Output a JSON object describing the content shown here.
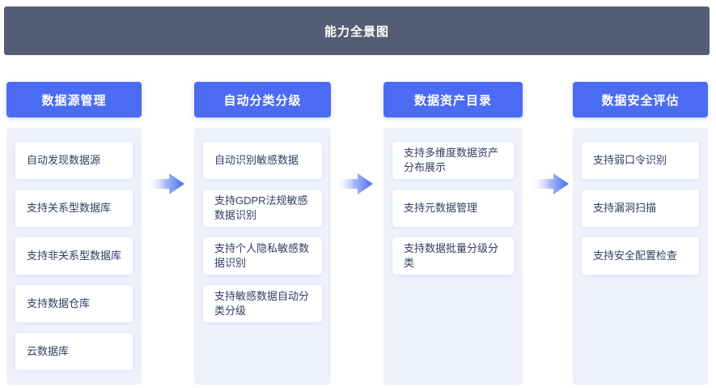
{
  "page": {
    "title": "能力全景图"
  },
  "columns": [
    {
      "header": "数据源管理",
      "items": [
        "自动发现数据源",
        "支持关系型数据库",
        "支持非关系型数据库",
        "支持数据仓库",
        "云数据库"
      ]
    },
    {
      "header": "自动分类分级",
      "items": [
        "自动识别敏感数据",
        "支持GDPR法规敏感数据识别",
        "支持个人隐私敏感数据识别",
        "支持敏感数据自动分类分级"
      ]
    },
    {
      "header": "数据资产目录",
      "items": [
        "支持多维度数据资产分布展示",
        "支持元数据管理",
        "支持数据批量分级分类"
      ]
    },
    {
      "header": "数据安全评估",
      "items": [
        "支持弱口令识别",
        "支持漏洞扫描",
        "支持安全配置检查"
      ]
    }
  ],
  "icons": {
    "flow_arrow": "arrow-right"
  },
  "colors": {
    "banner_bg": "#535e74",
    "accent_blue": "#4b6cf2",
    "panel_bg": "#eef1fb",
    "card_bg": "#ffffff",
    "card_text": "#333d63",
    "title_text": "#ffffff"
  }
}
